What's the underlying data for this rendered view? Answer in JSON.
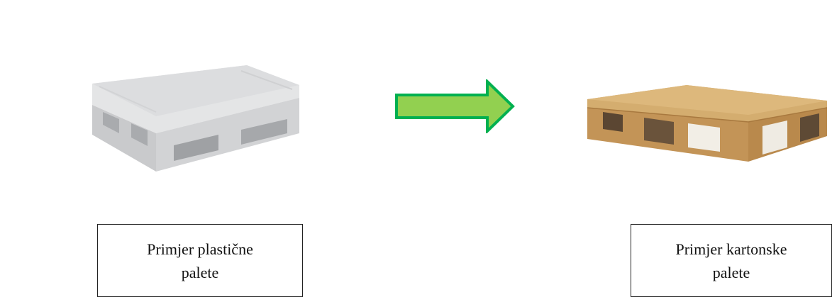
{
  "left_caption": {
    "line1": "Primjer plastične",
    "line2": "palete"
  },
  "right_caption": {
    "line1": "Primjer kartonske",
    "line2": "palete"
  },
  "colors": {
    "arrow_fill": "#92d050",
    "arrow_stroke": "#00b050",
    "plastic": "#d9dadb",
    "cardboard": "#c9a063"
  },
  "icons": [
    "plastic-pallet-image",
    "right-arrow-icon",
    "cardboard-pallet-image"
  ]
}
